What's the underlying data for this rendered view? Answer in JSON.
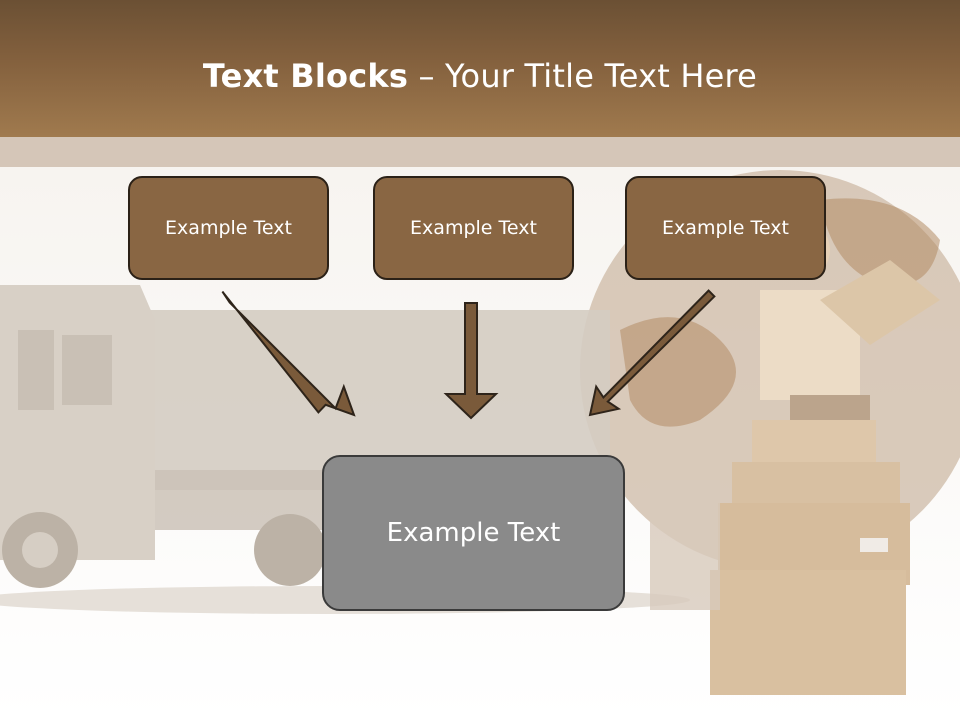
{
  "header": {
    "title_bold": "Text Blocks",
    "title_rest": " – Your Title Text Here"
  },
  "blocks": [
    {
      "label": "Example Text"
    },
    {
      "label": "Example Text"
    },
    {
      "label": "Example Text"
    }
  ],
  "target": {
    "label": "Example Text"
  },
  "colors": {
    "header": "#84613e",
    "box_fill": "#896643",
    "target_fill": "#8a8a8a",
    "arrow": "#7a5a3a"
  }
}
